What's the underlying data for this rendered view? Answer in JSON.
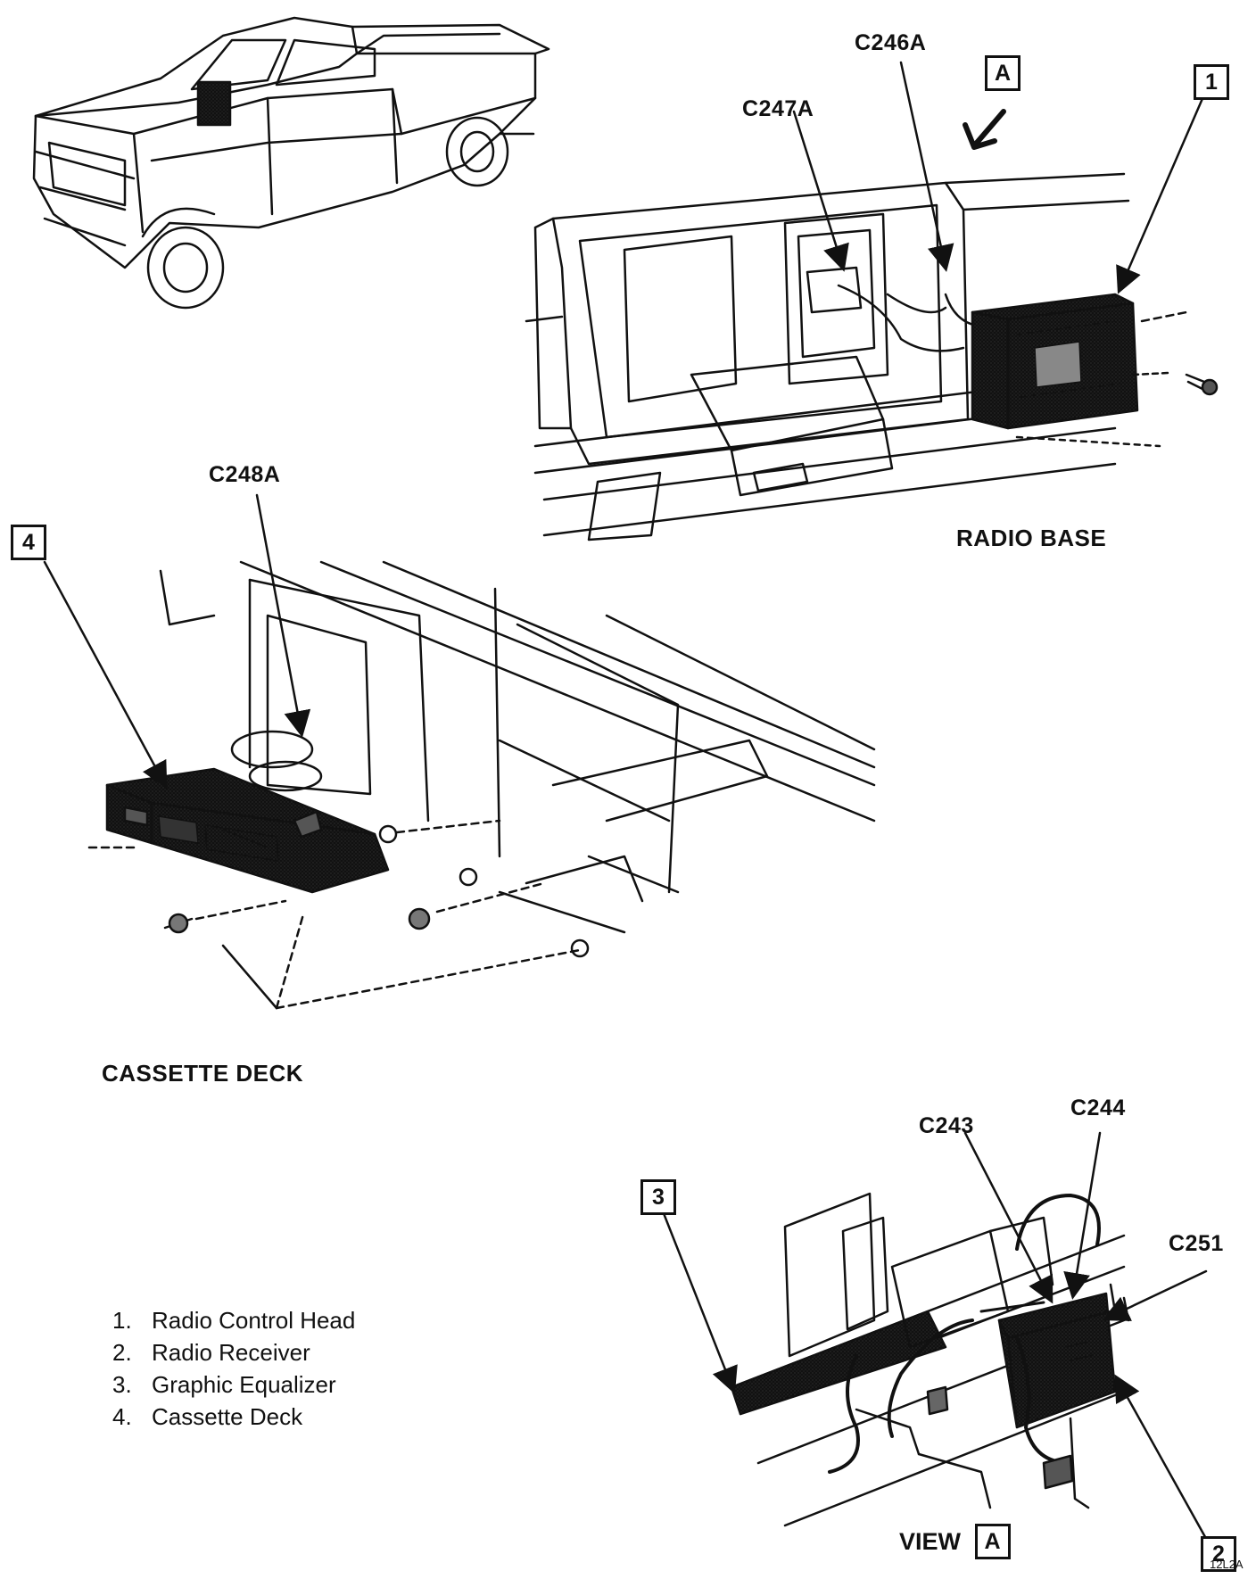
{
  "connectors": {
    "c246a": "C246A",
    "c247a": "C247A",
    "c248a": "C248A",
    "c243": "C243",
    "c244": "C244",
    "c251": "C251"
  },
  "callouts": {
    "one": "1",
    "two": "2",
    "three": "3",
    "four": "4",
    "view_a": "A"
  },
  "section_titles": {
    "radio_base": "RADIO BASE",
    "cassette_deck": "CASSETTE DECK",
    "view": "VIEW"
  },
  "legend": [
    {
      "num": "1.",
      "text": "Radio Control Head"
    },
    {
      "num": "2.",
      "text": "Radio Receiver"
    },
    {
      "num": "3.",
      "text": "Graphic Equalizer"
    },
    {
      "num": "4.",
      "text": "Cassette Deck"
    }
  ],
  "figure_ref": "12L2A"
}
